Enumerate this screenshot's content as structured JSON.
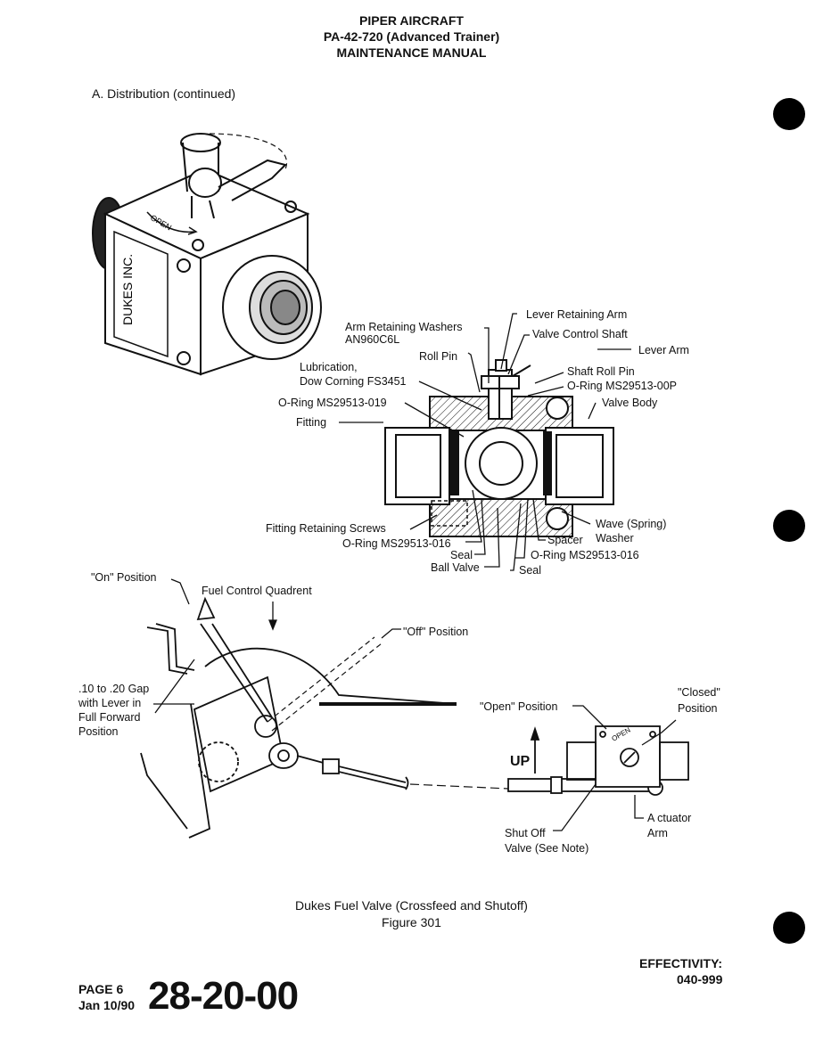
{
  "header": {
    "line1": "PIPER AIRCRAFT",
    "line2": "PA-42-720 (Advanced Trainer)",
    "line3": "MAINTENANCE MANUAL"
  },
  "section_heading": "A.   Distribution (continued)",
  "valve_photo_text": {
    "brand": "DUKES INC.",
    "open_mark": "OPEN"
  },
  "cutaway_labels": {
    "arm_retaining_washers": "Arm Retaining Washers",
    "an960c6l": "AN960C6L",
    "roll_pin": "Roll Pin",
    "lubrication": "Lubrication,",
    "dow_corning": "Dow Corning FS3451",
    "oring_019": "O-Ring MS29513-019",
    "fitting": "Fitting",
    "lever_retaining_arm": "Lever Retaining Arm",
    "valve_control_shaft": "Valve Control Shaft",
    "lever_arm": "Lever Arm",
    "shaft_roll_pin": "Shaft Roll Pin",
    "oring_00p": "O-Ring MS29513-00P",
    "valve_body": "Valve Body",
    "fitting_retaining_screws": "Fitting Retaining Screws",
    "oring_016_left": "O-Ring MS29513-016",
    "seal_left": "Seal",
    "ball_valve": "Ball Valve",
    "wave_spring": "Wave (Spring)",
    "spacer": "Spacer",
    "washer": "Washer",
    "oring_016_right": "O-Ring MS29513-016",
    "seal_right": "Seal"
  },
  "linkage_labels": {
    "on_position": "\"On\" Position",
    "fuel_control_quadrant": "Fuel Control Quadrent",
    "off_position": "\"Off\" Position",
    "gap_line1": ".10 to .20 Gap",
    "gap_line2": "with Lever in",
    "gap_line3": "Full Forward",
    "gap_line4": "Position",
    "open_position": "\"Open\" Position",
    "closed_line1": "\"Closed\"",
    "closed_line2": "Position",
    "up": "UP",
    "shutoff_line1": "Shut Off",
    "shutoff_line2": "Valve (See Note)",
    "actuator_line1": "A ctuator",
    "actuator_line2": "Arm"
  },
  "caption": {
    "title": "Dukes Fuel Valve (Crossfeed and Shutoff)",
    "figure": "Figure  301"
  },
  "footer": {
    "page": "PAGE 6",
    "date": "Jan 10/90",
    "section_number": "28-20-00",
    "effectivity_label": "EFFECTIVITY:",
    "effectivity_value": "040-999"
  }
}
